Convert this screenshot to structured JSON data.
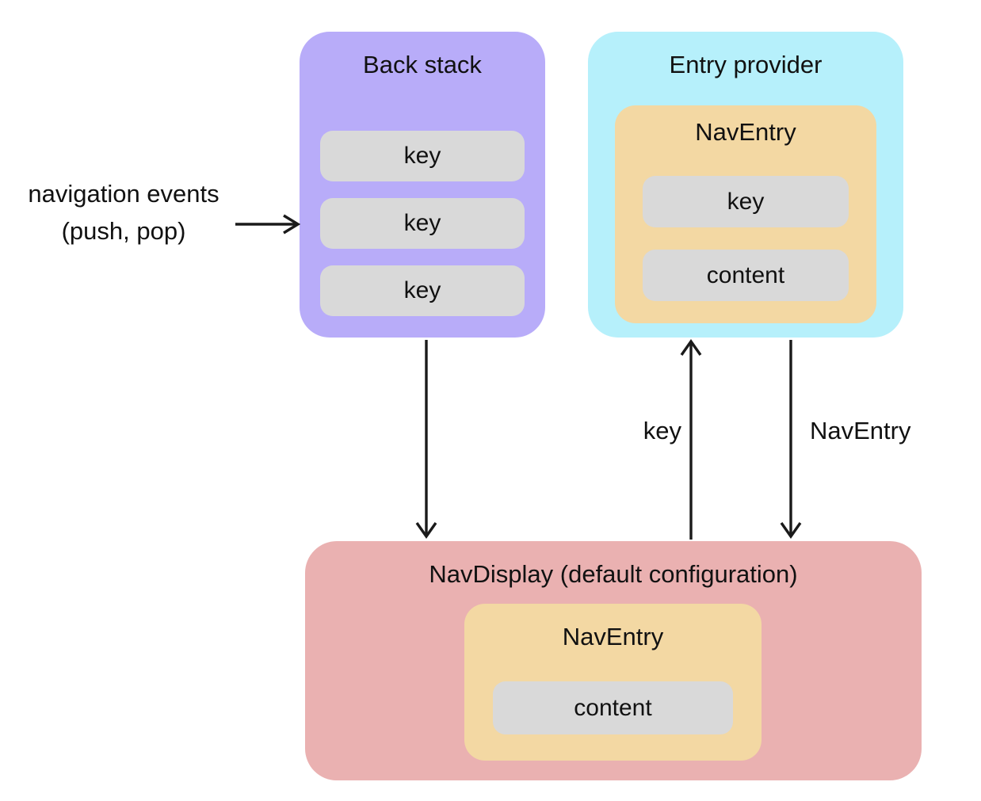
{
  "diagram": {
    "background_color": "#ffffff",
    "text_color": "#111111",
    "arrow_color": "#1a1a1a",
    "nodes": {
      "back_stack": {
        "title": "Back stack",
        "color": "#b8acf9",
        "item_color": "#d9d9d9",
        "items": [
          "key",
          "key",
          "key"
        ]
      },
      "entry_provider": {
        "title": "Entry provider",
        "color": "#b6f0fb",
        "nav_entry": {
          "title": "NavEntry",
          "color": "#f3d8a3",
          "item_color": "#d9d9d9",
          "items": [
            "key",
            "content"
          ]
        }
      },
      "nav_display": {
        "title": "NavDisplay (default configuration)",
        "color": "#eab1b1",
        "nav_entry": {
          "title": "NavEntry",
          "color": "#f3d8a3",
          "item_color": "#d9d9d9",
          "items": [
            "content"
          ]
        }
      }
    },
    "annotations": {
      "navigation_events": {
        "line1": "navigation events",
        "line2": "(push, pop)"
      },
      "key_arrow_label": "key",
      "nav_entry_arrow_label": "NavEntry"
    },
    "edges": [
      {
        "from": "navigation-events-label",
        "to": "back_stack",
        "direction": "right"
      },
      {
        "from": "back_stack",
        "to": "nav_display",
        "direction": "down"
      },
      {
        "from": "nav_display",
        "to": "entry_provider",
        "direction": "up",
        "label": "key"
      },
      {
        "from": "entry_provider",
        "to": "nav_display",
        "direction": "down",
        "label": "NavEntry"
      }
    ]
  }
}
